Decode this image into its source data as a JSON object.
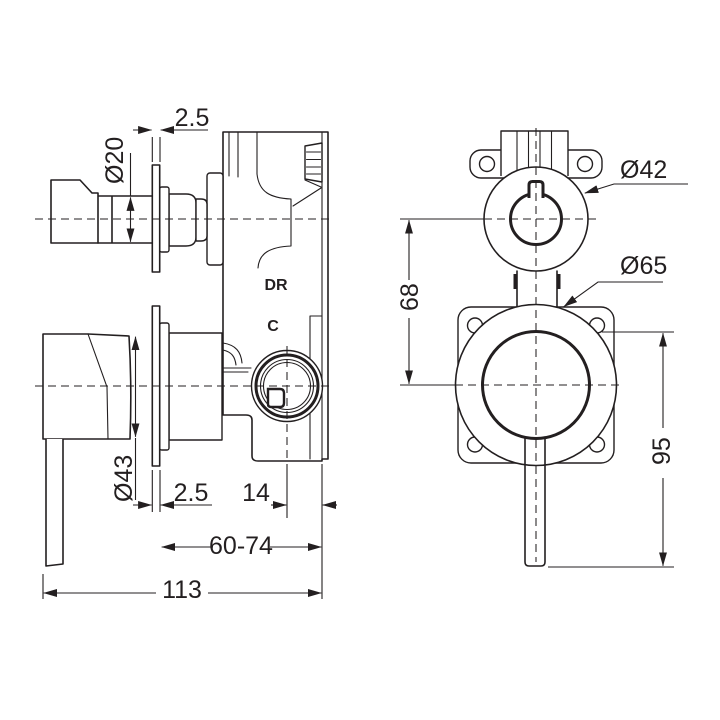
{
  "colors": {
    "line": "#231f20",
    "background": "#ffffff"
  },
  "views": {
    "side": {
      "port_labels": {
        "dr": "DR",
        "c": "C"
      },
      "dims": {
        "flange_thickness_top": "2.5",
        "diverter_knob_diameter": "Ø20",
        "handle_diameter": "Ø43",
        "flange_thickness_bottom": "2.5",
        "outlet_to_back": "14",
        "fitting_depth_range": "60-74",
        "overall_depth": "113"
      }
    },
    "front": {
      "dims": {
        "diverter_trim_diameter": "Ø42",
        "mixer_trim_diameter": "Ø65",
        "centres_distance": "68",
        "handle_length": "95"
      }
    }
  }
}
